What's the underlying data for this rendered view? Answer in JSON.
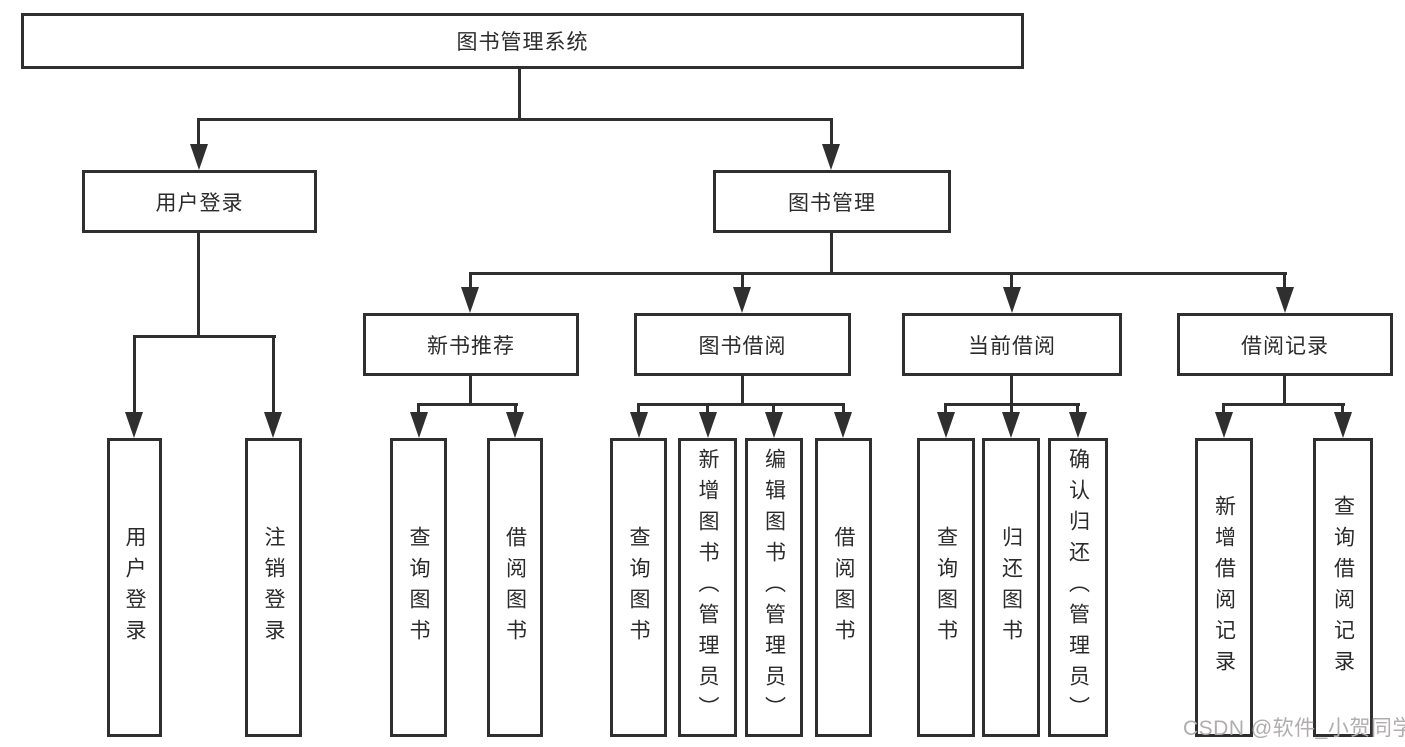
{
  "nodes": {
    "root": "图书管理系统",
    "level2": [
      {
        "label": "用户登录"
      },
      {
        "label": "图书管理"
      }
    ],
    "level3": [
      {
        "label": "新书推荐"
      },
      {
        "label": "图书借阅"
      },
      {
        "label": "当前借阅"
      },
      {
        "label": "借阅记录"
      }
    ],
    "leaves": [
      {
        "label": "用户登录"
      },
      {
        "label": "注销登录"
      },
      {
        "label": "查询图书"
      },
      {
        "label": "借阅图书"
      },
      {
        "label": "查询图书"
      },
      {
        "label": "新增图书（管理员）"
      },
      {
        "label": "编辑图书（管理员）"
      },
      {
        "label": "借阅图书"
      },
      {
        "label": "查询图书"
      },
      {
        "label": "归还图书"
      },
      {
        "label": "确认归还（管理员）"
      },
      {
        "label": "新增借阅记录"
      },
      {
        "label": "查询借阅记录"
      }
    ]
  },
  "watermark": {
    "text": "CSDN @软件_小贺同学"
  },
  "colors": {
    "line": "#2f2f2f",
    "text": "#2b2b2b",
    "watermark": "#b0adae",
    "background": "#ffffff"
  }
}
